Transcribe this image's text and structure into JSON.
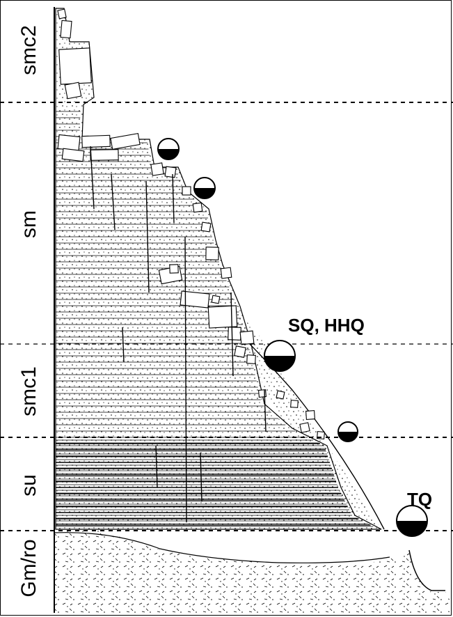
{
  "units": [
    {
      "id": "smc2",
      "label": "smc2"
    },
    {
      "id": "sm",
      "label": "sm"
    },
    {
      "id": "smc1",
      "label": "smc1"
    },
    {
      "id": "su",
      "label": "su"
    },
    {
      "id": "gm_ro",
      "label": "Gm/ro"
    }
  ],
  "annotations": {
    "sq_hhq": "SQ, HHQ",
    "tq": "TQ"
  },
  "symbols": [
    {
      "name": "water-level-symbol"
    },
    {
      "name": "water-level-symbol"
    },
    {
      "name": "water-level-symbol"
    },
    {
      "name": "water-level-symbol"
    },
    {
      "name": "water-level-symbol"
    }
  ],
  "colors": {
    "ink": "#000000",
    "paper": "#ffffff"
  }
}
